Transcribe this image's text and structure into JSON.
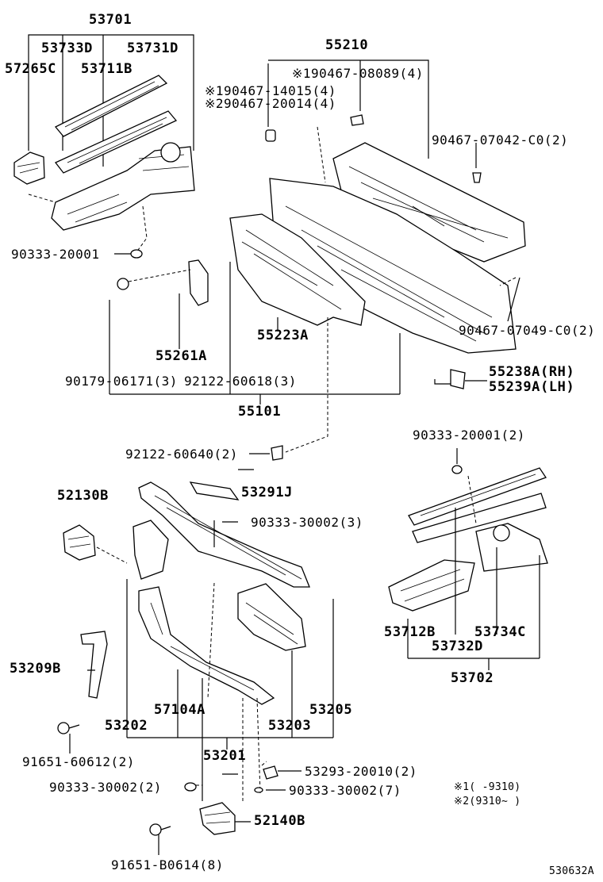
{
  "labels": {
    "p53701": "53701",
    "p53733D": "53733D",
    "p53731D": "53731D",
    "p57265C": "57265C",
    "p53711B": "53711B",
    "p55210": "55210",
    "p90467_08089": "※190467-08089(4)",
    "p90467_14015": "※190467-14015(4)",
    "p90467_20014": "※290467-20014(4)",
    "p90467_07042": "90467-07042-C0(2)",
    "p90333_20001_a": "90333-20001",
    "p55223A": "55223A",
    "p90467_07049": "90467-07049-C0(2)",
    "p55261A": "55261A",
    "p55238A": "55238A(RH)",
    "p55239A": "55239A(LH)",
    "p90179_06171": "90179-06171(3)",
    "p92122_60618": "92122-60618(3)",
    "p55101": "55101",
    "p92122_60640": "92122-60640(2)",
    "p90333_20001_b": "90333-20001(2)",
    "p52130B": "52130B",
    "p53291J": "53291J",
    "p90333_30002_3": "90333-30002(3)",
    "p53712B": "53712B",
    "p53734C": "53734C",
    "p53732D": "53732D",
    "p53702": "53702",
    "p53209B": "53209B",
    "p57104A": "57104A",
    "p53205": "53205",
    "p53202": "53202",
    "p53203": "53203",
    "p91651_60612": "91651-60612(2)",
    "p53201": "53201",
    "p53293_20010": "53293-20010(2)",
    "p90333_30002_2": "90333-30002(2)",
    "p90333_30002_7": "90333-30002(7)",
    "p52140B": "52140B",
    "p91651_B0614": "91651-B0614(8)",
    "note1": "※1(      -9310)",
    "note2": "※2(9310~      )",
    "code": "530632A"
  }
}
